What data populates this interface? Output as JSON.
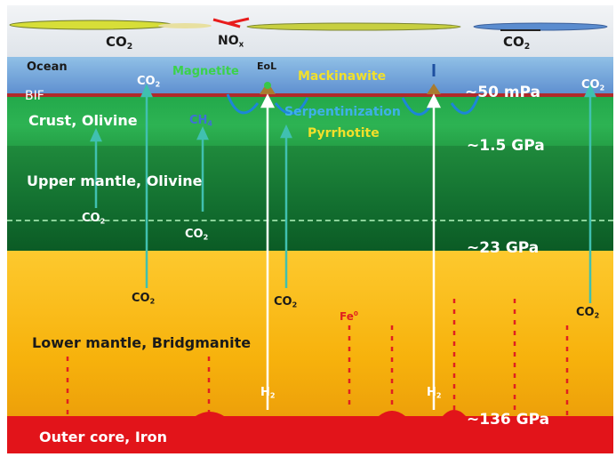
{
  "atmosphere": {
    "co2_left": "CO",
    "co2_right": "CO",
    "no_label": "NO",
    "no_sub": "x"
  },
  "layers": {
    "ocean": "Ocean",
    "bif": "BIF",
    "crust": "Crust, Olivine",
    "upper_mantle": "Upper mantle, Olivine",
    "lower_mantle": "Lower mantle, Bridgmanite",
    "outer_core": "Outer core, Iron"
  },
  "pressures": {
    "p1": "~50 mPa",
    "p2": "~1.5 GPa",
    "p3": "~23 GPa",
    "p4": "~136 GPa"
  },
  "minerals": {
    "magnetite": "Magnetite",
    "eol": "EoL",
    "mackinawite": "Mackinawite",
    "serpentinization": "Serpentinization",
    "pyrrhotite": "Pyrrhotite"
  },
  "species": {
    "co2": "CO",
    "two": "2",
    "ch4": "CH",
    "four": "4",
    "h2": "H",
    "fe": "Fe",
    "fe_sup": "0"
  },
  "colors": {
    "ocean": "#6f9fd8",
    "crust": "#2db353",
    "upper_mantle": "#137030",
    "lower_mantle": "#f7b20c",
    "outer_core": "#e2141a",
    "bif_line": "#b02a2a",
    "upwelling": "#40c0b0",
    "iron_drops": "#e02020"
  }
}
